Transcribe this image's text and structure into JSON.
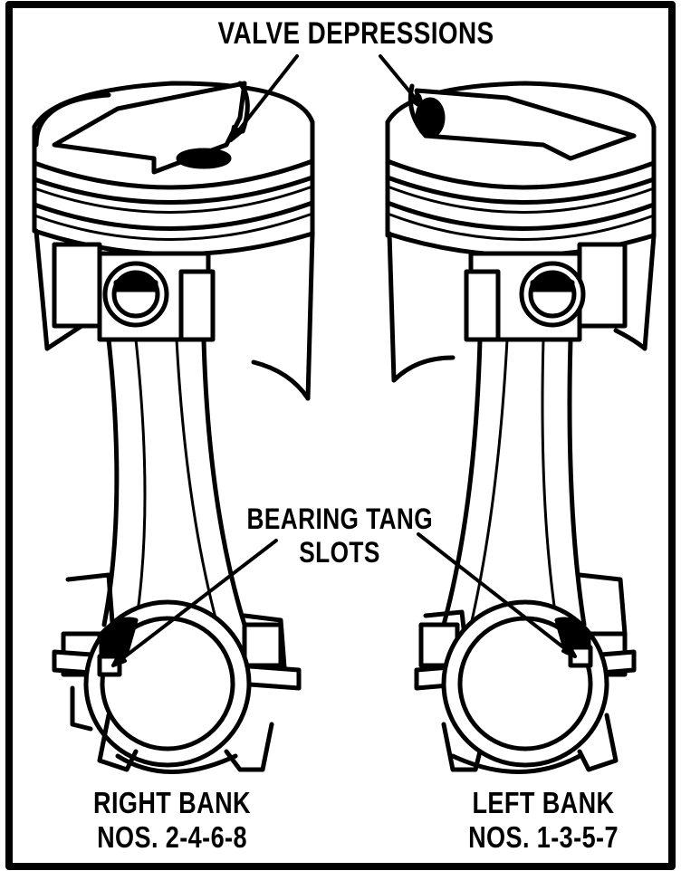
{
  "labels": {
    "valve_depressions": "VALVE DEPRESSIONS",
    "bearing_tang_line1": "BEARING TANG",
    "bearing_tang_line2": "SLOTS",
    "right_bank_line1": "RIGHT BANK",
    "right_bank_line2": "NOS. 2-4-6-8",
    "left_bank_line1": "LEFT BANK",
    "left_bank_line2": "NOS. 1-3-5-7"
  },
  "colors": {
    "ink": "#000000",
    "paper": "#ffffff"
  }
}
